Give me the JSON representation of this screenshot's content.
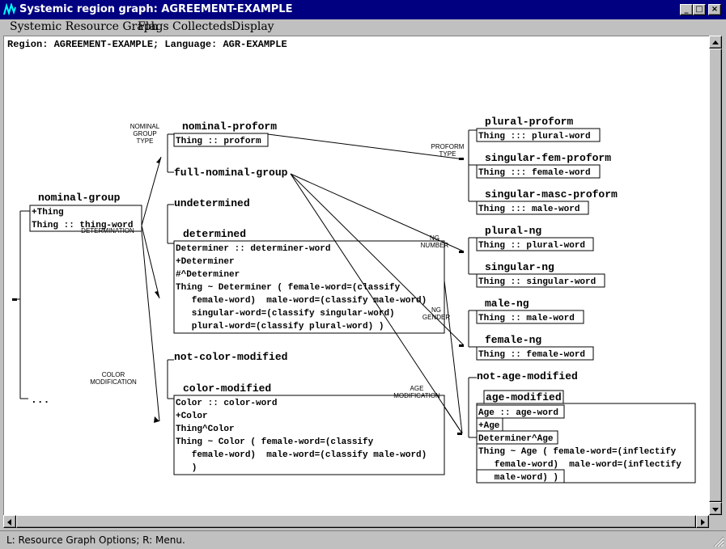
{
  "window": {
    "title": "Systemic region graph: AGREEMENT-EXAMPLE"
  },
  "window_buttons": {
    "minimize": "_",
    "maximize": "□",
    "close": "×"
  },
  "menu": [
    "Systemic Resource Graph",
    "Flags",
    "Collecteds",
    "Display"
  ],
  "header": "Region: AGREEMENT-EXAMPLE; Language: AGR-EXAMPLE",
  "status": "L: Resource Graph Options; R: Menu.",
  "graph": {
    "root": {
      "name": "nominal-group",
      "realizations": [
        "+Thing",
        "Thing :: thing-word"
      ],
      "more": "..."
    },
    "systems": {
      "determination": "DETERMINATION",
      "nominal_group_type": [
        "NOMINAL",
        "GROUP",
        "TYPE"
      ],
      "color_modification": [
        "COLOR",
        "MODIFICATION"
      ],
      "proform_type": [
        "PROFORM",
        "TYPE"
      ],
      "ng_number": [
        "NG",
        "NUMBER"
      ],
      "ng_gender": [
        "NG",
        "GENDER"
      ],
      "age_modification": [
        "AGE",
        "MODIFICATION"
      ]
    },
    "features": {
      "nominal_proform": {
        "name": "nominal-proform",
        "realizations": [
          "Thing :: proform"
        ]
      },
      "full_nominal_group": {
        "name": "full-nominal-group"
      },
      "undetermined": {
        "name": "undetermined"
      },
      "determined": {
        "name": "determined",
        "realizations": [
          "Determiner :: determiner-word",
          "+Determiner",
          "#^Determiner",
          "Thing ~ Determiner ( female-word=(classify",
          "   female-word)  male-word=(classify male-word)",
          "   singular-word=(classify singular-word)",
          "   plural-word=(classify plural-word) )"
        ]
      },
      "not_color_modified": {
        "name": "not-color-modified"
      },
      "color_modified": {
        "name": "color-modified",
        "realizations": [
          "Color :: color-word",
          "+Color",
          "Thing^Color",
          "Thing ~ Color ( female-word=(classify",
          "   female-word)  male-word=(classify male-word)",
          "   )"
        ]
      },
      "plural_proform": {
        "name": "plural-proform",
        "realizations": [
          "Thing ::: plural-word"
        ]
      },
      "singular_fem_proform": {
        "name": "singular-fem-proform",
        "realizations": [
          "Thing ::: female-word"
        ]
      },
      "singular_masc_proform": {
        "name": "singular-masc-proform",
        "realizations": [
          "Thing ::: male-word"
        ]
      },
      "plural_ng": {
        "name": "plural-ng",
        "realizations": [
          "Thing :: plural-word"
        ]
      },
      "singular_ng": {
        "name": "singular-ng",
        "realizations": [
          "Thing :: singular-word"
        ]
      },
      "male_ng": {
        "name": "male-ng",
        "realizations": [
          "Thing :: male-word"
        ]
      },
      "female_ng": {
        "name": "female-ng",
        "realizations": [
          "Thing :: female-word"
        ]
      },
      "not_age_modified": {
        "name": "not-age-modified"
      },
      "age_modified": {
        "name": "age-modified",
        "realizations": [
          "Age :: age-word",
          "+Age",
          "Determiner^Age",
          "Thing ~ Age ( female-word=(inflectify",
          "   female-word)  male-word=(inflectify",
          "   male-word) )"
        ]
      }
    }
  }
}
